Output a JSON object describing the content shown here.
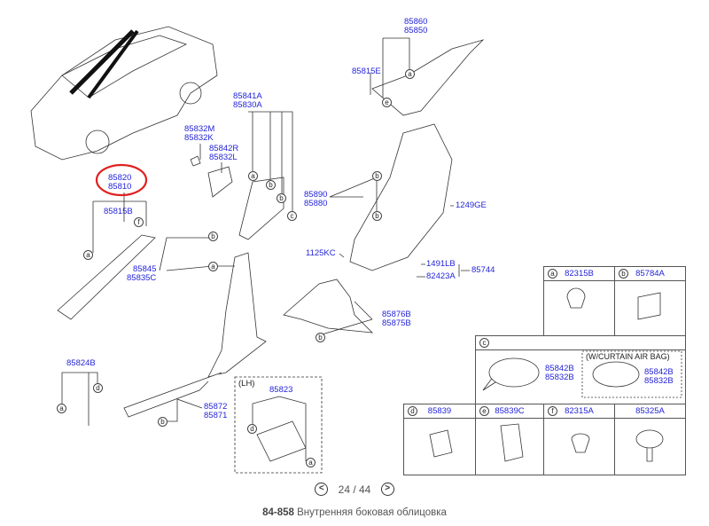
{
  "labels": {
    "p85860": "85860",
    "p85850": "85850",
    "p85815E": "85815E",
    "p85841A": "85841A",
    "p85830A": "85830A",
    "p85832M": "85832M",
    "p85832K": "85832K",
    "p85842R": "85842R",
    "p85832L": "85832L",
    "p85820": "85820",
    "p85810": "85810",
    "p85815B": "85815B",
    "p85890": "85890",
    "p85880": "85880",
    "p1249GE": "1249GE",
    "p1125KC": "1125KC",
    "p1491LB": "1491LB",
    "p85744": "85744",
    "p82423A": "82423A",
    "p85845": "85845",
    "p85835C": "85835C",
    "p85876B": "85876B",
    "p85875B": "85875B",
    "p85824B": "85824B",
    "lh": "(LH)",
    "p85823": "85823",
    "p85872": "85872",
    "p85871": "85871"
  },
  "table": {
    "a": {
      "letter": "a",
      "part": "82315B"
    },
    "b": {
      "letter": "b",
      "part": "85784A"
    },
    "c": {
      "letter": "c",
      "part1": "85842B",
      "part2": "85832B",
      "airbag_note": "(W/CURTAIN AIR BAG)",
      "airbag_part1": "85842B",
      "airbag_part2": "85832B"
    },
    "d": {
      "letter": "d",
      "part": "85839"
    },
    "e": {
      "letter": "e",
      "part": "85839C"
    },
    "f": {
      "letter": "f",
      "part": "82315A"
    },
    "g": {
      "part": "85325A"
    }
  },
  "highlight_color": "#e02020",
  "pager": {
    "prev": "<",
    "current": "24 / 44",
    "next": ">"
  },
  "caption": {
    "code": "84-858",
    "title": "Внутренняя боковая облицовка"
  }
}
